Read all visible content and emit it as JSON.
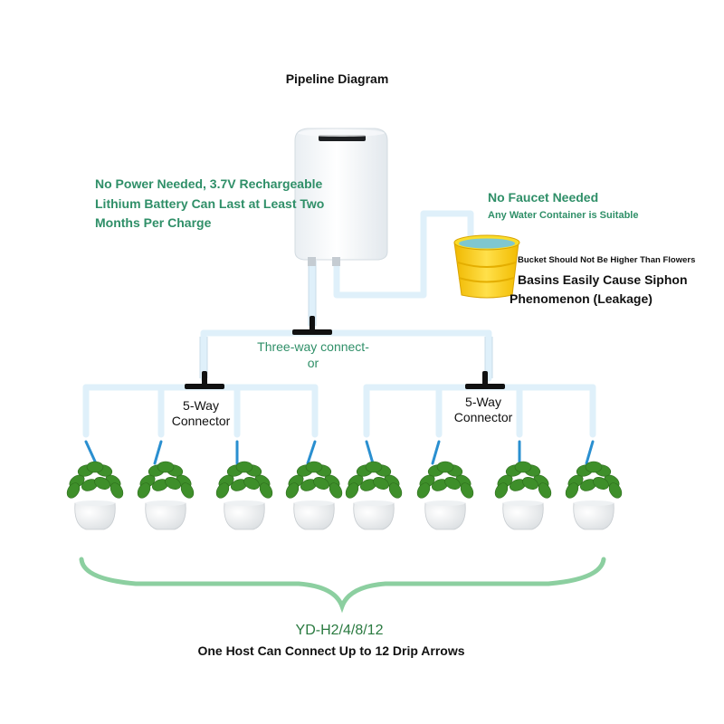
{
  "title": "Pipeline Diagram",
  "power_note": {
    "lines": [
      "No Power Needed, 3.7V Rechargeable",
      "Lithium Battery Can Last at Least Two",
      "Months Per Charge"
    ]
  },
  "faucet": {
    "title": "No Faucet Needed",
    "subtitle": "Any Water Container is Suitable"
  },
  "bucket_warning": "Bucket Should Not Be Higher Than Flowers",
  "siphon_warning": {
    "line1": "Basins Easily Cause Siphon",
    "line2": "Phenomenon (Leakage)"
  },
  "three_way": {
    "line1": "Three-way connect-",
    "line2": "or"
  },
  "five_way_left": {
    "line1": "5-Way",
    "line2": "Connector"
  },
  "five_way_right": {
    "line1": "5-Way",
    "line2": "Connector"
  },
  "model": "YD-H2/4/8/12",
  "capacity": "One Host Can Connect Up to 12 Drip Arrows",
  "colors": {
    "accent_green": "#2f8f68",
    "tube": "#dff0fa",
    "connector": "#111111",
    "drip_arrow": "#2a8fd0",
    "bucket": "#f6cf1a",
    "leaf": "#3e8f2a",
    "bracket": "#8ccfa0"
  },
  "icons": [
    "water-pump-host-icon",
    "bucket-icon",
    "plant-pot-icon",
    "drip-arrow-icon",
    "connector-icon"
  ]
}
